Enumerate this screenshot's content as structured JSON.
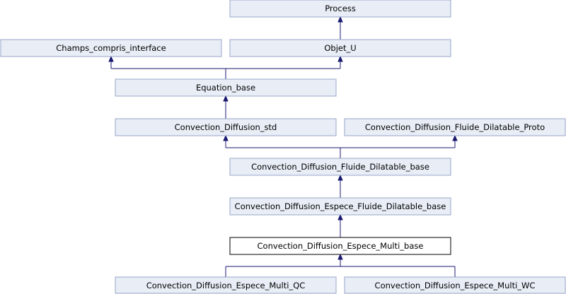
{
  "diagram": {
    "colors": {
      "node_fill": "#e8edf6",
      "node_border": "#97a7c8",
      "current_fill": "#ffffff",
      "current_border": "#000000",
      "edge": "#191970"
    },
    "nodes": {
      "process": "Process",
      "champs": "Champs_compris_interface",
      "objet_u": "Objet_U",
      "equation_base": "Equation_base",
      "cd_std": "Convection_Diffusion_std",
      "cd_fd_proto": "Convection_Diffusion_Fluide_Dilatable_Proto",
      "cd_fd_base": "Convection_Diffusion_Fluide_Dilatable_base",
      "cd_e_fd_base": "Convection_Diffusion_Espece_Fluide_Dilatable_base",
      "cd_e_multi_base": "Convection_Diffusion_Espece_Multi_base",
      "cd_e_multi_qc": "Convection_Diffusion_Espece_Multi_QC",
      "cd_e_multi_wc": "Convection_Diffusion_Espece_Multi_WC"
    },
    "current_node": "cd_e_multi_base"
  }
}
